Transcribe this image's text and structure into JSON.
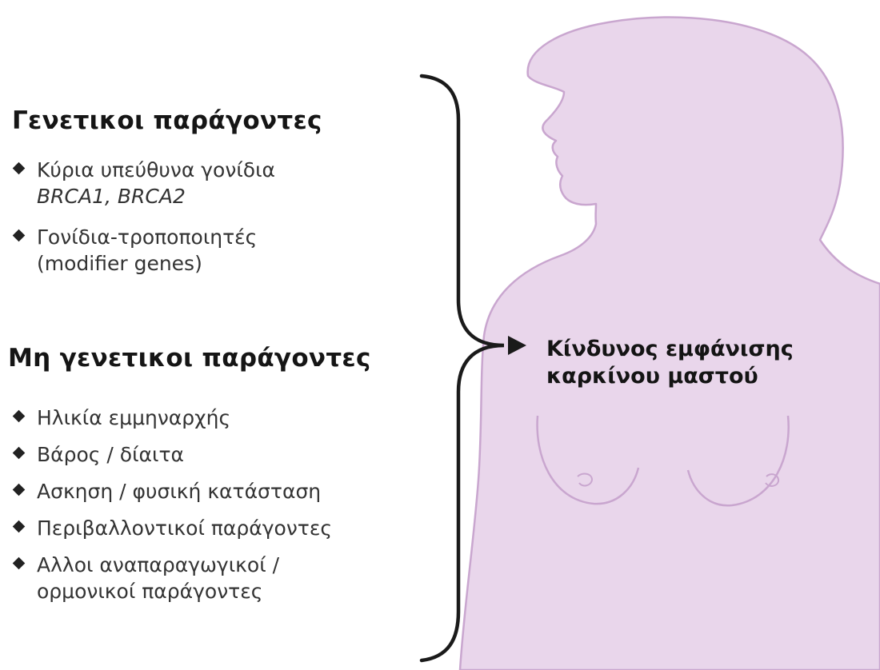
{
  "genetic": {
    "heading": "Γενετικοι παράγοντες",
    "items": [
      {
        "line1": "Κύρια υπεύθυνα γονίδια",
        "line2": "BRCA1, BRCA2"
      },
      {
        "line1": "Γονίδια-τροποποιητές",
        "line2": "(modifier genes)"
      }
    ]
  },
  "nongenetic": {
    "heading": "Μη γενετικοι παράγοντες",
    "items": [
      {
        "line1": "Ηλικία εμμηναρχής",
        "line2": ""
      },
      {
        "line1": "Βάρος / δίαιτα",
        "line2": ""
      },
      {
        "line1": "Ασκηση / φυσική κατάσταση",
        "line2": ""
      },
      {
        "line1": "Περιβαλλοντικοί παράγοντες",
        "line2": ""
      },
      {
        "line1": "Αλλοι αναπαραγωγικοί /",
        "line2": "ορμονικοί παράγοντες"
      }
    ]
  },
  "outcome": {
    "line1": "Κίνδυνος εμφάνισης",
    "line2": "καρκίνου μαστού"
  },
  "colors": {
    "silhouette_fill": "#e9d6eb",
    "silhouette_stroke": "#c9a6cf",
    "bracket": "#1a1a1a",
    "text": "#111111"
  },
  "icons": [
    "bullet-diamond-icon",
    "arrow-right-icon",
    "curly-bracket"
  ]
}
